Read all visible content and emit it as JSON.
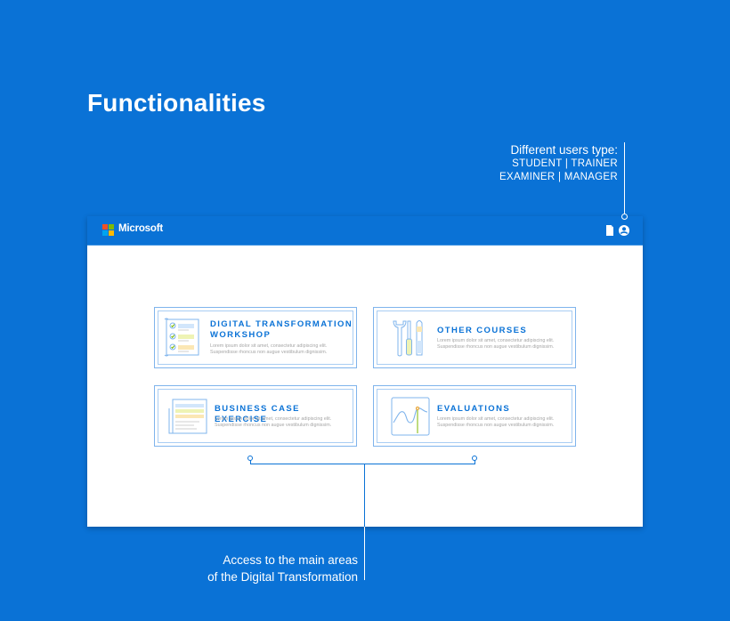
{
  "page": {
    "title": "Functionalities"
  },
  "users_note": {
    "heading": "Different users type:",
    "roles_line1": "STUDENT | TRAINER",
    "roles_line2": "EXAMINER | MANAGER"
  },
  "window": {
    "brand": "Microsoft",
    "header_icons": [
      "document-icon",
      "user-account-icon"
    ],
    "cards": [
      {
        "title_line1": "DIGITAL TRANSFORMATION",
        "title_line2": "WORKSHOP",
        "desc_line1": "Lorem ipsum dolor sit amet, consectetur adipiscing elit.",
        "desc_line2": "Suspendisse rhoncus non augue vestibulum dignissim.",
        "icon": "checklist-icon"
      },
      {
        "title_line1": "OTHER COURSES",
        "desc_line1": "Lorem ipsum dolor sit amet, consectetur adipiscing elit.",
        "desc_line2": "Suspendisse rhoncus non augue vestibulum dignissim.",
        "icon": "tools-icon"
      },
      {
        "title_line1": "BUSINESS CASE EXERCISE",
        "desc_line1": "Lorem ipsum dolor sit amet, consectetur adipiscing elit.",
        "desc_line2": "Suspendisse rhoncus non augue vestibulum dignissim.",
        "icon": "document-stack-icon"
      },
      {
        "title_line1": "EVALUATIONS",
        "desc_line1": "Lorem ipsum dolor sit amet, consectetur adipiscing elit.",
        "desc_line2": "Suspendisse rhoncus non augue vestibulum dignissim.",
        "icon": "chart-icon"
      }
    ]
  },
  "access_note": {
    "line1": "Access to the main areas",
    "line2": "of the Digital Transformation"
  },
  "colors": {
    "background": "#0a72d6",
    "card_border": "#7fb4ec",
    "accent_blue": "#0a72d6",
    "ms_red": "#f25022",
    "ms_green": "#7fba00",
    "ms_blue": "#00a4ef",
    "ms_yellow": "#ffb900"
  }
}
